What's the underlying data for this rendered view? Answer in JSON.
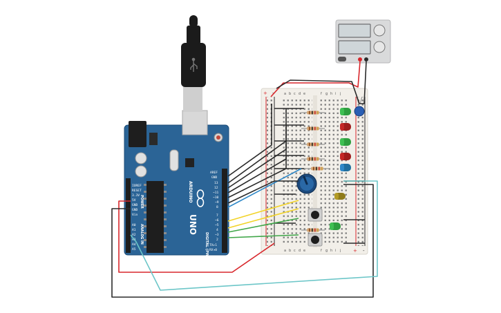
{
  "colors": {
    "arduino_board": "#2b6496",
    "usb_cable": "#1b1b1b",
    "wire_red": "#d8262b",
    "wire_black": "#2a2a2a",
    "wire_yellow": "#f2d327",
    "wire_green": "#3fa648",
    "wire_teal": "#6cc6c8",
    "wire_blue": "#2e88c8",
    "breadboard": "#f2efe9",
    "power_supply": "#d9dadb"
  },
  "arduino": {
    "brand": "ARDUINO",
    "model": "UNO",
    "digital_label": "DIGITAL (PWM~)",
    "power_label": "POWER",
    "analog_label": "ANALOG IN",
    "digital_pins": [
      "AREF",
      "GND",
      "13",
      "12",
      "~11",
      "~10",
      "~9",
      "8",
      "7",
      "~6",
      "~5",
      "4",
      "~3",
      "2",
      "TX▸1",
      "RX◂0"
    ],
    "power_pins": [
      "IOREF",
      "RESET",
      "3.3V",
      "5V",
      "GND",
      "GND",
      "Vin"
    ],
    "analog_pins": [
      "A0",
      "A1",
      "A2",
      "A3",
      "A4",
      "A5"
    ]
  },
  "breadboard": {
    "column_letters_left": [
      "a",
      "b",
      "c",
      "d",
      "e"
    ],
    "column_letters_right": [
      "f",
      "g",
      "h",
      "i",
      "j"
    ],
    "rail_plus": "+",
    "rail_minus": "-"
  },
  "icons": {
    "usb_symbol": "usb-icon",
    "arduino_logo": "infinity-icon"
  }
}
